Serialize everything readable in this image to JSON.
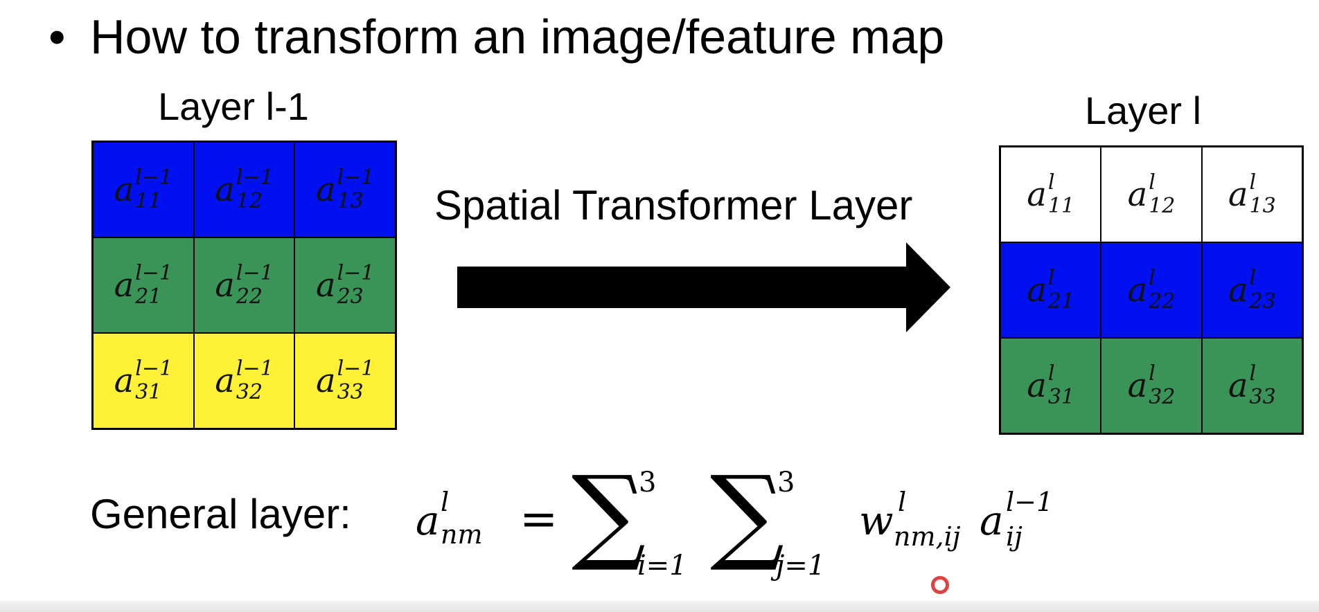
{
  "bullet": {
    "dot": "•",
    "text": "How to transform an image/feature map"
  },
  "left_grid": {
    "title": "Layer l-1",
    "row_colors": [
      "#0010f0",
      "#3a9458",
      "#fff236"
    ],
    "cells": [
      [
        {
          "base": "a",
          "sup": "l−1",
          "sub": "11"
        },
        {
          "base": "a",
          "sup": "l−1",
          "sub": "12"
        },
        {
          "base": "a",
          "sup": "l−1",
          "sub": "13"
        }
      ],
      [
        {
          "base": "a",
          "sup": "l−1",
          "sub": "21"
        },
        {
          "base": "a",
          "sup": "l−1",
          "sub": "22"
        },
        {
          "base": "a",
          "sup": "l−1",
          "sub": "23"
        }
      ],
      [
        {
          "base": "a",
          "sup": "l−1",
          "sub": "31"
        },
        {
          "base": "a",
          "sup": "l−1",
          "sub": "32"
        },
        {
          "base": "a",
          "sup": "l−1",
          "sub": "33"
        }
      ]
    ]
  },
  "transform": {
    "label": "Spatial Transformer Layer"
  },
  "right_grid": {
    "title": "Layer l",
    "row_colors": [
      "#ffffff",
      "#0010f0",
      "#3a9458"
    ],
    "cells": [
      [
        {
          "base": "a",
          "sup": "l",
          "sub": "11"
        },
        {
          "base": "a",
          "sup": "l",
          "sub": "12"
        },
        {
          "base": "a",
          "sup": "l",
          "sub": "13"
        }
      ],
      [
        {
          "base": "a",
          "sup": "l",
          "sub": "21"
        },
        {
          "base": "a",
          "sup": "l",
          "sub": "22"
        },
        {
          "base": "a",
          "sup": "l",
          "sub": "23"
        }
      ],
      [
        {
          "base": "a",
          "sup": "l",
          "sub": "31"
        },
        {
          "base": "a",
          "sup": "l",
          "sub": "32"
        },
        {
          "base": "a",
          "sup": "l",
          "sub": "33"
        }
      ]
    ]
  },
  "formula": {
    "label": "General layer:",
    "lhs": {
      "base": "a",
      "sup": "l",
      "sub": "nm"
    },
    "equals": "=",
    "sum1": {
      "symbol": "∑",
      "upper": "3",
      "lower": "i=1"
    },
    "sum2": {
      "symbol": "∑",
      "upper": "3",
      "lower": "j=1"
    },
    "weight": {
      "base": "w",
      "sup": "l",
      "sub": "nm,ij"
    },
    "activation": {
      "base": "a",
      "sup": "l−1",
      "sub": "ij"
    }
  },
  "colors": {
    "blue": "#0010f0",
    "green": "#3a9458",
    "yellow": "#fff236",
    "arrow": "#000000",
    "cursor": "#e0423f"
  }
}
